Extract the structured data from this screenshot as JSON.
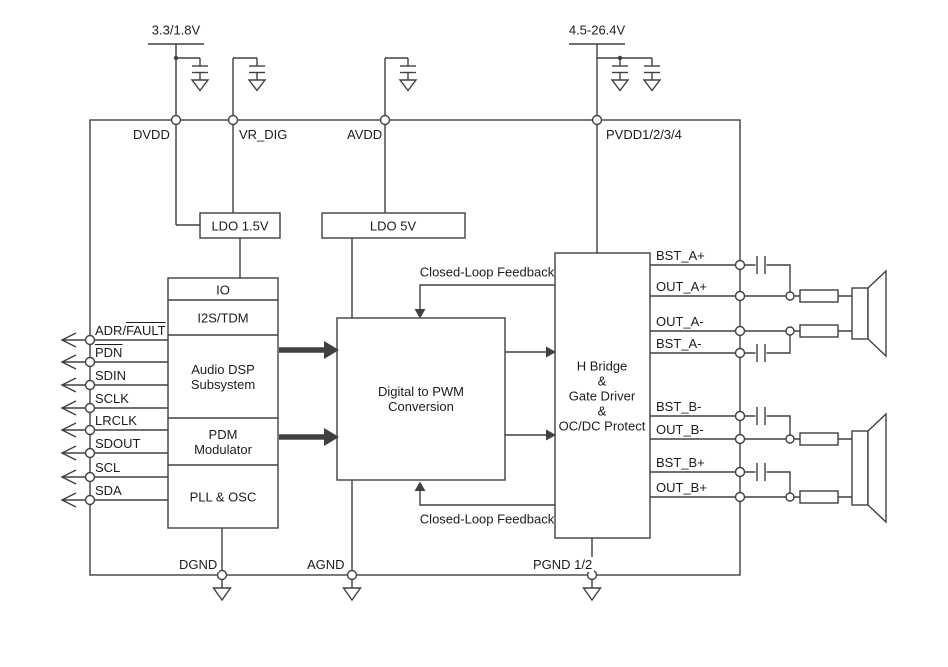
{
  "diagram": {
    "supply_digital": "3.3/1.8V",
    "supply_power": "4.5-26.4V",
    "top_pins": {
      "dvdd": "DVDD",
      "vr_dig": "VR_DIG",
      "avdd": "AVDD",
      "pvdd": "PVDD1/2/3/4"
    },
    "ldo15": "LDO 1.5V",
    "ldo5": "LDO 5V",
    "digital_blocks": {
      "io": "IO",
      "i2s": "I2S/TDM",
      "dsp": "Audio DSP Subsystem",
      "pdm": "PDM Modulator",
      "pll": "PLL & OSC"
    },
    "pwm_block": "Digital to PWM Conversion",
    "hbridge_block": "H Bridge\n&\nGate Driver\n&\nOC/DC Protect",
    "feedback_top": "Closed-Loop Feedback",
    "feedback_bottom": "Closed-Loop Feedback",
    "left_pins": [
      {
        "pre": "ADR/",
        "over": "FAULT"
      },
      {
        "pre": "",
        "over": "PDN"
      },
      {
        "pre": "SDIN",
        "over": ""
      },
      {
        "pre": "SCLK",
        "over": ""
      },
      {
        "pre": "LRCLK",
        "over": ""
      },
      {
        "pre": "SDOUT",
        "over": ""
      },
      {
        "pre": "SCL",
        "over": ""
      },
      {
        "pre": "SDA",
        "over": ""
      }
    ],
    "right_pins": [
      "BST_A+",
      "OUT_A+",
      "OUT_A-",
      "BST_A-",
      "BST_B-",
      "OUT_B-",
      "BST_B+",
      "OUT_B+"
    ],
    "ground_pins": [
      "DGND",
      "AGND",
      "PGND 1/2"
    ],
    "icons": [
      "capacitor-icon",
      "ground-icon",
      "speaker-icon",
      "pin-circle",
      "input-connector-chevron"
    ],
    "colors": {
      "line": "#404040",
      "text": "#1c1c1c",
      "background": "#ffffff"
    }
  }
}
